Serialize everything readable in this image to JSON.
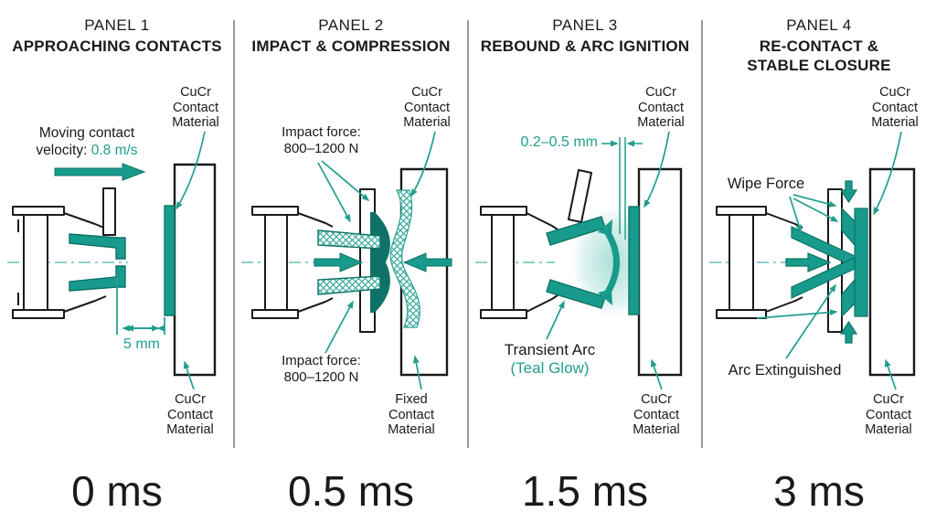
{
  "figure": {
    "type": "four-panel technical sequence diagram",
    "subject": "vacuum-interrupter contact closure sequence"
  },
  "colors": {
    "teal_fill": "#189B8C",
    "teal_dark": "#0E7366",
    "teal_text": "#219E8F",
    "teal_glow": "#7FD0C5",
    "outline_black": "#1a1a1a",
    "divider_gray": "#9b9b9b",
    "background": "#ffffff"
  },
  "panels": [
    {
      "kicker": "PANEL 1",
      "title": "APPROACHING CONTACTS",
      "timestamp": "0 ms",
      "annotations": {
        "cucr_top": "CuCr Contact Material",
        "velocity_line1": "Moving contact",
        "velocity_prefix": "velocity: ",
        "velocity_value": "0.8 m/s",
        "gap": "5 mm",
        "cucr_bottom": "CuCr Contact Material"
      }
    },
    {
      "kicker": "PANEL 2",
      "title": "IMPACT & COMPRESSION",
      "timestamp": "0.5 ms",
      "annotations": {
        "cucr_top": "CuCr Contact Material",
        "impact_top_line1": "Impact force:",
        "impact_top_line2": "800–1200 N",
        "impact_bottom_line1": "Impact force:",
        "impact_bottom_line2": "800–1200 N",
        "fixed_bottom": "Fixed Contact Material"
      }
    },
    {
      "kicker": "PANEL 3",
      "title": "REBOUND & ARC IGNITION",
      "timestamp": "1.5 ms",
      "annotations": {
        "cucr_top": "CuCr Contact Material",
        "gap": "0.2–0.5 mm",
        "arc_line1": "Transient Arc",
        "arc_line2": "(Teal Glow)",
        "cucr_bottom": "CuCr Contact Material"
      }
    },
    {
      "kicker": "PANEL 4",
      "title": "RE-CONTACT &\nSTABLE CLOSURE",
      "timestamp": "3 ms",
      "annotations": {
        "cucr_top": "CuCr Contact Material",
        "wipe": "Wipe Force",
        "arc_ext": "Arc Extinguished",
        "cucr_bottom": "CuCr Contact Material"
      }
    }
  ]
}
